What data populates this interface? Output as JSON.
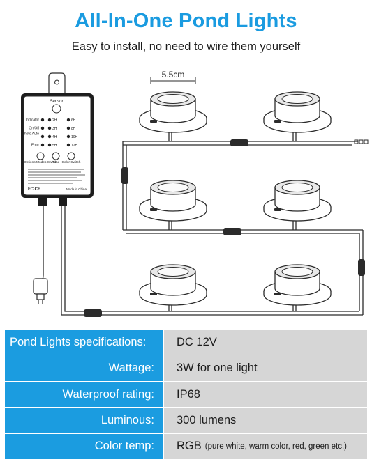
{
  "header": {
    "title": "All-In-One Pond Lights",
    "subtitle": "Easy to install, no need to wire them yourself"
  },
  "diagram": {
    "dimension_label": "5.5cm",
    "controller": {
      "sensor_label": "Sensor",
      "rows": [
        {
          "label": "Indicator",
          "timer": "2H",
          "timer2": "6H"
        },
        {
          "label": "On/Off",
          "timer": "3H",
          "timer2": "8H"
        },
        {
          "label": "Photo\nAuto",
          "timer": "4H",
          "timer2": "10H"
        },
        {
          "label": "Error",
          "timer": "5H",
          "timer2": "12H"
        }
      ],
      "buttons": [
        "Options\nModes Switch",
        "Time",
        "Color Switch"
      ],
      "marks": "FC CE",
      "made_in": "Made in China"
    }
  },
  "specs": [
    {
      "label": "Pond Lights specifications:",
      "value": "DC 12V",
      "note": ""
    },
    {
      "label": "Wattage:",
      "value": "3W for one light",
      "note": ""
    },
    {
      "label": "Waterproof rating:",
      "value": "IP68",
      "note": ""
    },
    {
      "label": "Luminous:",
      "value": "300 lumens",
      "note": ""
    },
    {
      "label": "Color temp:",
      "value": "RGB",
      "note": "(pure white, warm color, red, green etc.)"
    }
  ]
}
